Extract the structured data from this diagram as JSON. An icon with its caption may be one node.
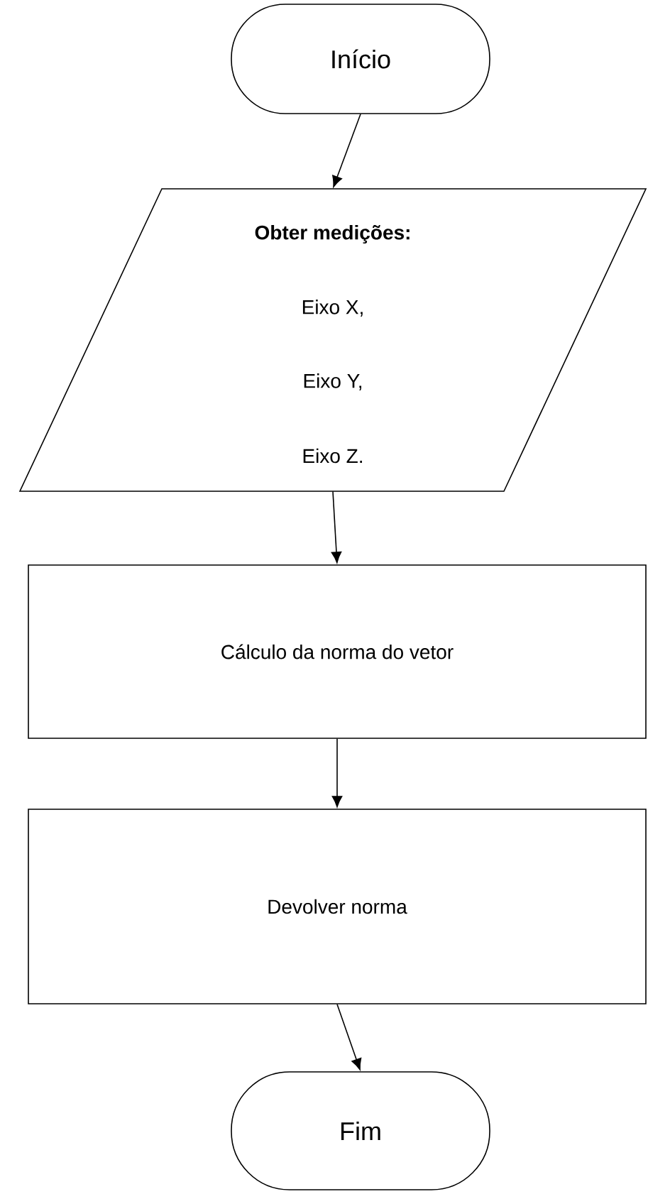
{
  "diagram": {
    "nodes": [
      {
        "text": [
          "Início"
        ]
      },
      {
        "text": [
          "Obter medições:",
          "Eixo X,",
          "Eixo Y,",
          "Eixo Z."
        ]
      },
      {
        "text": [
          "Cálculo da norma do vetor"
        ]
      },
      {
        "text": [
          "Devolver norma"
        ]
      },
      {
        "text": [
          "Fim"
        ]
      }
    ],
    "edges": [
      {
        "from": 0,
        "to": 1,
        "arrow": "to"
      },
      {
        "from": 1,
        "to": 2,
        "arrow": "to"
      },
      {
        "from": 2,
        "to": 3,
        "arrow": "to"
      },
      {
        "from": 3,
        "to": 4,
        "arrow": "to"
      }
    ]
  }
}
